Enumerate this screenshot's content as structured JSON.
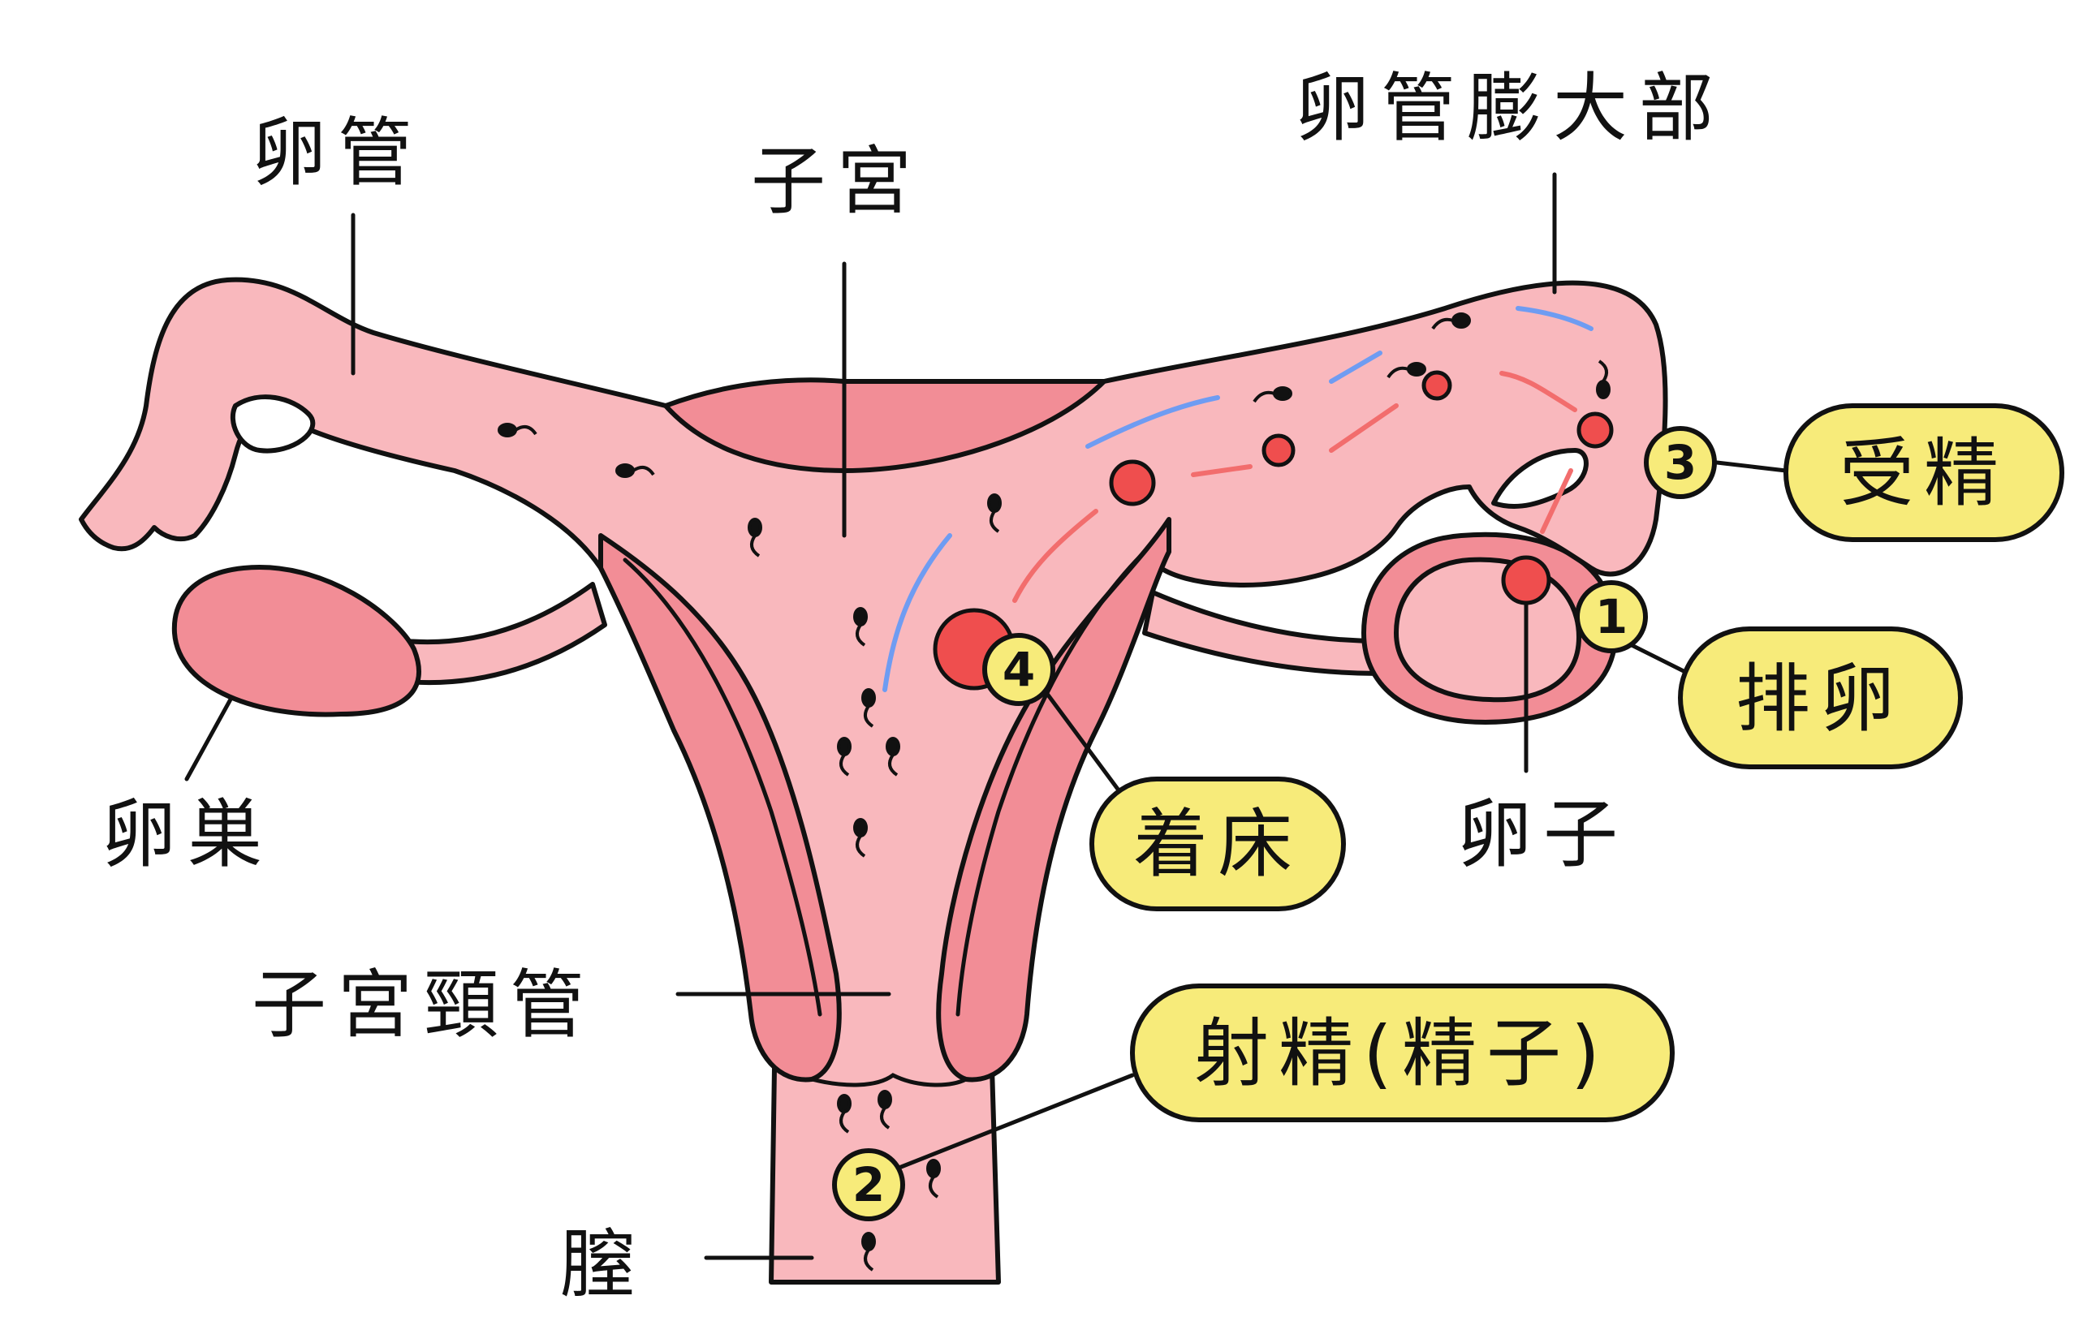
{
  "labels": {
    "fallopian_tube": "卵管",
    "uterus": "子宮",
    "ampulla": "卵管膨大部",
    "ovary": "卵巣",
    "cervical_canal": "子宮頸管",
    "vagina": "膣",
    "egg": "卵子"
  },
  "steps": [
    {
      "number": "1",
      "label": "排卵"
    },
    {
      "number": "2",
      "label": "射精(精子)"
    },
    {
      "number": "3",
      "label": "受精"
    },
    {
      "number": "4",
      "label": "着床"
    }
  ],
  "colors": {
    "tissue_light": "#f9b8bd",
    "tissue_dark": "#f28d96",
    "egg_red": "#ef4e4e",
    "pill_yellow": "#f7eb7a",
    "arrow_blue": "#6f9cf2",
    "arrow_red": "#f26d6d",
    "ink": "#111111"
  }
}
